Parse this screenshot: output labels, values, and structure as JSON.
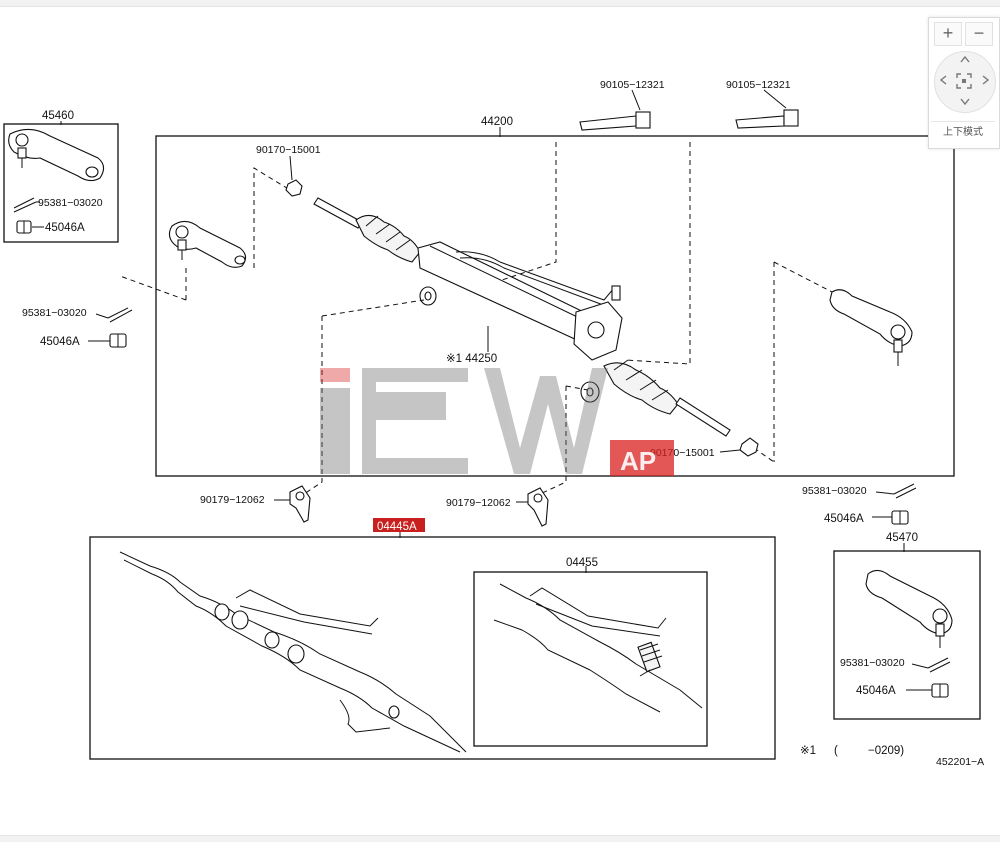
{
  "watermark": {
    "text": "AP",
    "color": "#d9201f"
  },
  "highlight_color": "#c8201e",
  "labels": {
    "l45460": "45460",
    "l44200": "44200",
    "l90105a": "90105−12321",
    "l90105b": "90105−12321",
    "l90170a": "90170−15001",
    "l95381a": "95381−03020",
    "l45046a": "45046A",
    "l95381b": "95381−03020",
    "l45046b": "45046A",
    "l44250": "※1 44250",
    "l90170b": "90170−15001",
    "l90179a": "90179−12062",
    "l90179b": "90179−12062",
    "l95381c": "95381−03020",
    "l45046c": "45046A",
    "l45470": "45470",
    "l04445": "04445A",
    "l04455": "04455",
    "l95381d": "95381−03020",
    "l45046d": "45046A",
    "note_mark": "※1",
    "note_paren_open": "(",
    "note_range": "−0209)",
    "figure_no": "452201−A"
  },
  "map_control": {
    "zoom_in": "+",
    "zoom_out": "−",
    "mode_toggle": "上下模式",
    "icons": {
      "up": "chevron-up-icon",
      "down": "chevron-down-icon",
      "left": "chevron-left-icon",
      "right": "chevron-right-icon",
      "reset": "reset-view-icon"
    }
  }
}
